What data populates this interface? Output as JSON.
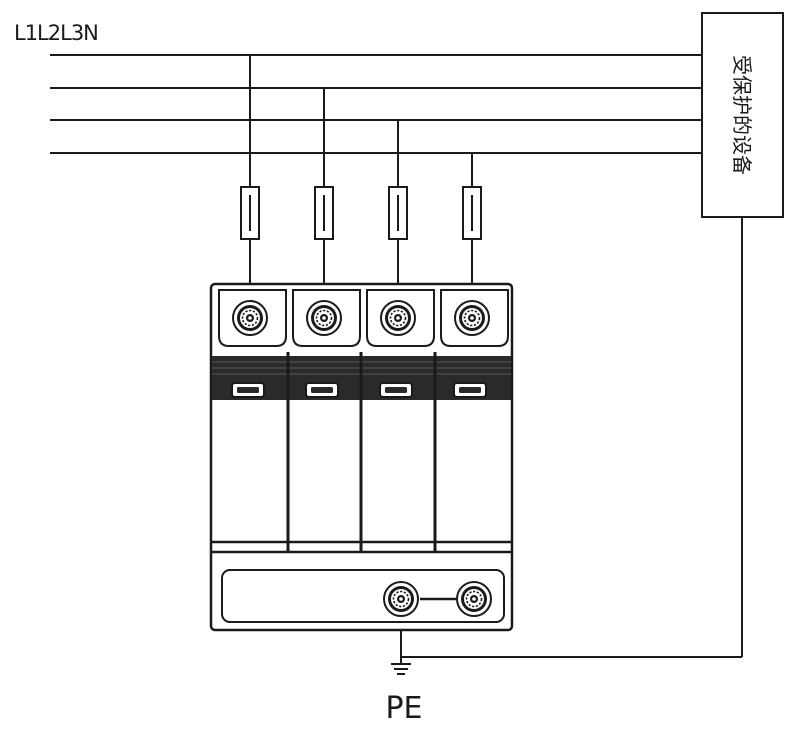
{
  "labels": {
    "lines": "L1L2L3N",
    "device": "受保护的设备",
    "ground": "PE"
  },
  "colors": {
    "stroke": "#1a1a1a",
    "background": "#ffffff",
    "body_fill": "#ffffff"
  },
  "icons": {
    "terminal": "terminal-screw-icon",
    "ground": "ground-symbol-icon",
    "fuse": "fuse-icon"
  }
}
